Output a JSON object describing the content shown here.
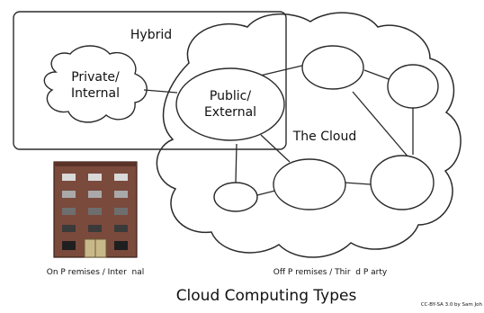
{
  "diagram": {
    "title": "Cloud Computing Types",
    "credit": "CC-BY-SA 3.0 by Sam Joh",
    "hybrid_label": "Hybrid",
    "private_label_line1": "Private/",
    "private_label_line2": "Internal",
    "public_label_line1": "Public/",
    "public_label_line2": "External",
    "cloud_label": "The Cloud",
    "on_premises_label": "On P remises / Inter  nal",
    "off_premises_label": "Off P remises / Thir  d P arty"
  },
  "colors": {
    "stroke": "#2a2a2a",
    "building": "#7a4a3c",
    "building_dark": "#5a3328",
    "window_light": "#d9d9d9",
    "door": "#c9b98a"
  }
}
